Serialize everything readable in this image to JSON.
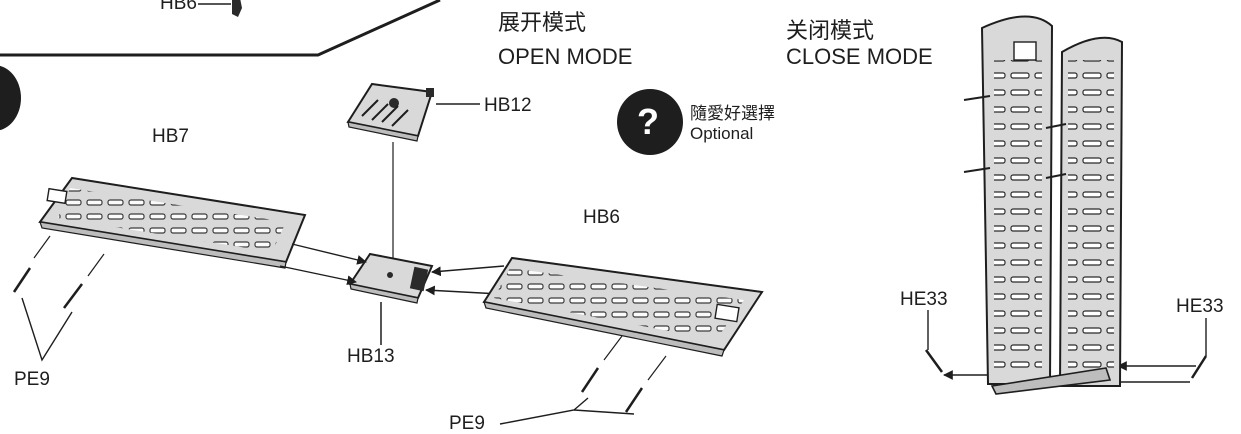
{
  "colors": {
    "ink": "#1e1e1e",
    "panel_fill": "#d9d9d9",
    "panel_dark": "#bdbdbd",
    "background": "#ffffff"
  },
  "modes": {
    "open_cn": "展开模式",
    "open_en": "OPEN MODE",
    "close_cn": "关闭模式",
    "close_en": "CLOSE MODE"
  },
  "optional": {
    "icon": "question-mark-icon",
    "glyph": "?",
    "cn": "隨愛好選擇",
    "en": "Optional"
  },
  "parts": {
    "top_left_partial": "HB6",
    "hb7": "HB7",
    "hb12": "HB12",
    "hb13": "HB13",
    "hb6": "HB6",
    "pe9_left": "PE9",
    "pe9_bottom": "PE9",
    "he33_left": "HE33",
    "he33_right": "HE33"
  }
}
